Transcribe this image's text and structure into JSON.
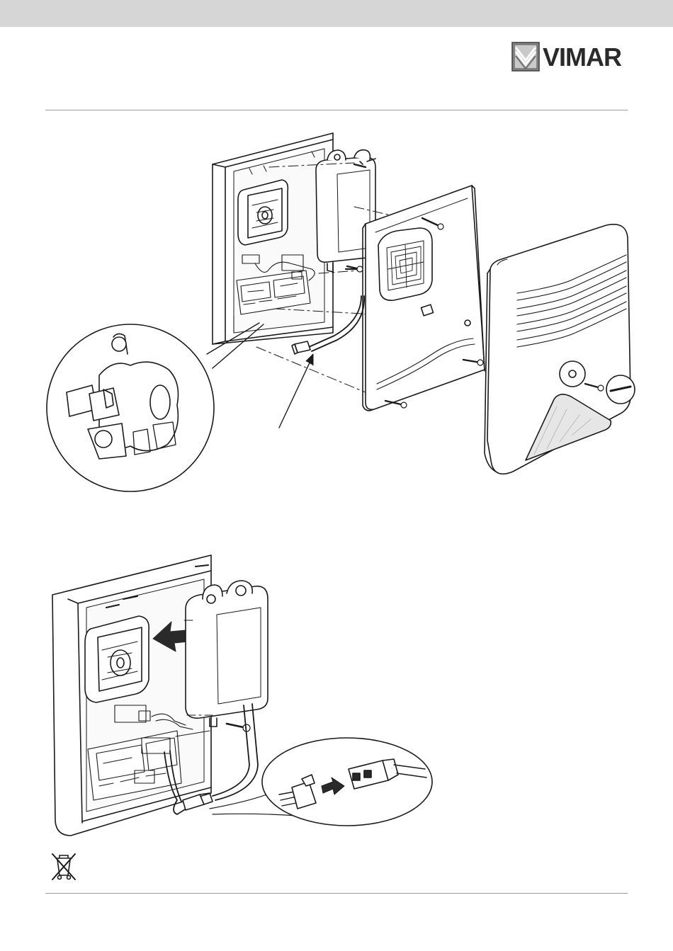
{
  "header": {
    "brand": {
      "name": "VIMAR",
      "logo_icon": "vimar-logo-mark"
    }
  },
  "figures": [
    {
      "id": "exploded-view",
      "icon": "siren-exploded-assembly"
    },
    {
      "id": "connector-view",
      "icon": "siren-connector-wiring"
    }
  ],
  "footer": {
    "disposal_icon": "weee-crossed-bin-icon"
  }
}
